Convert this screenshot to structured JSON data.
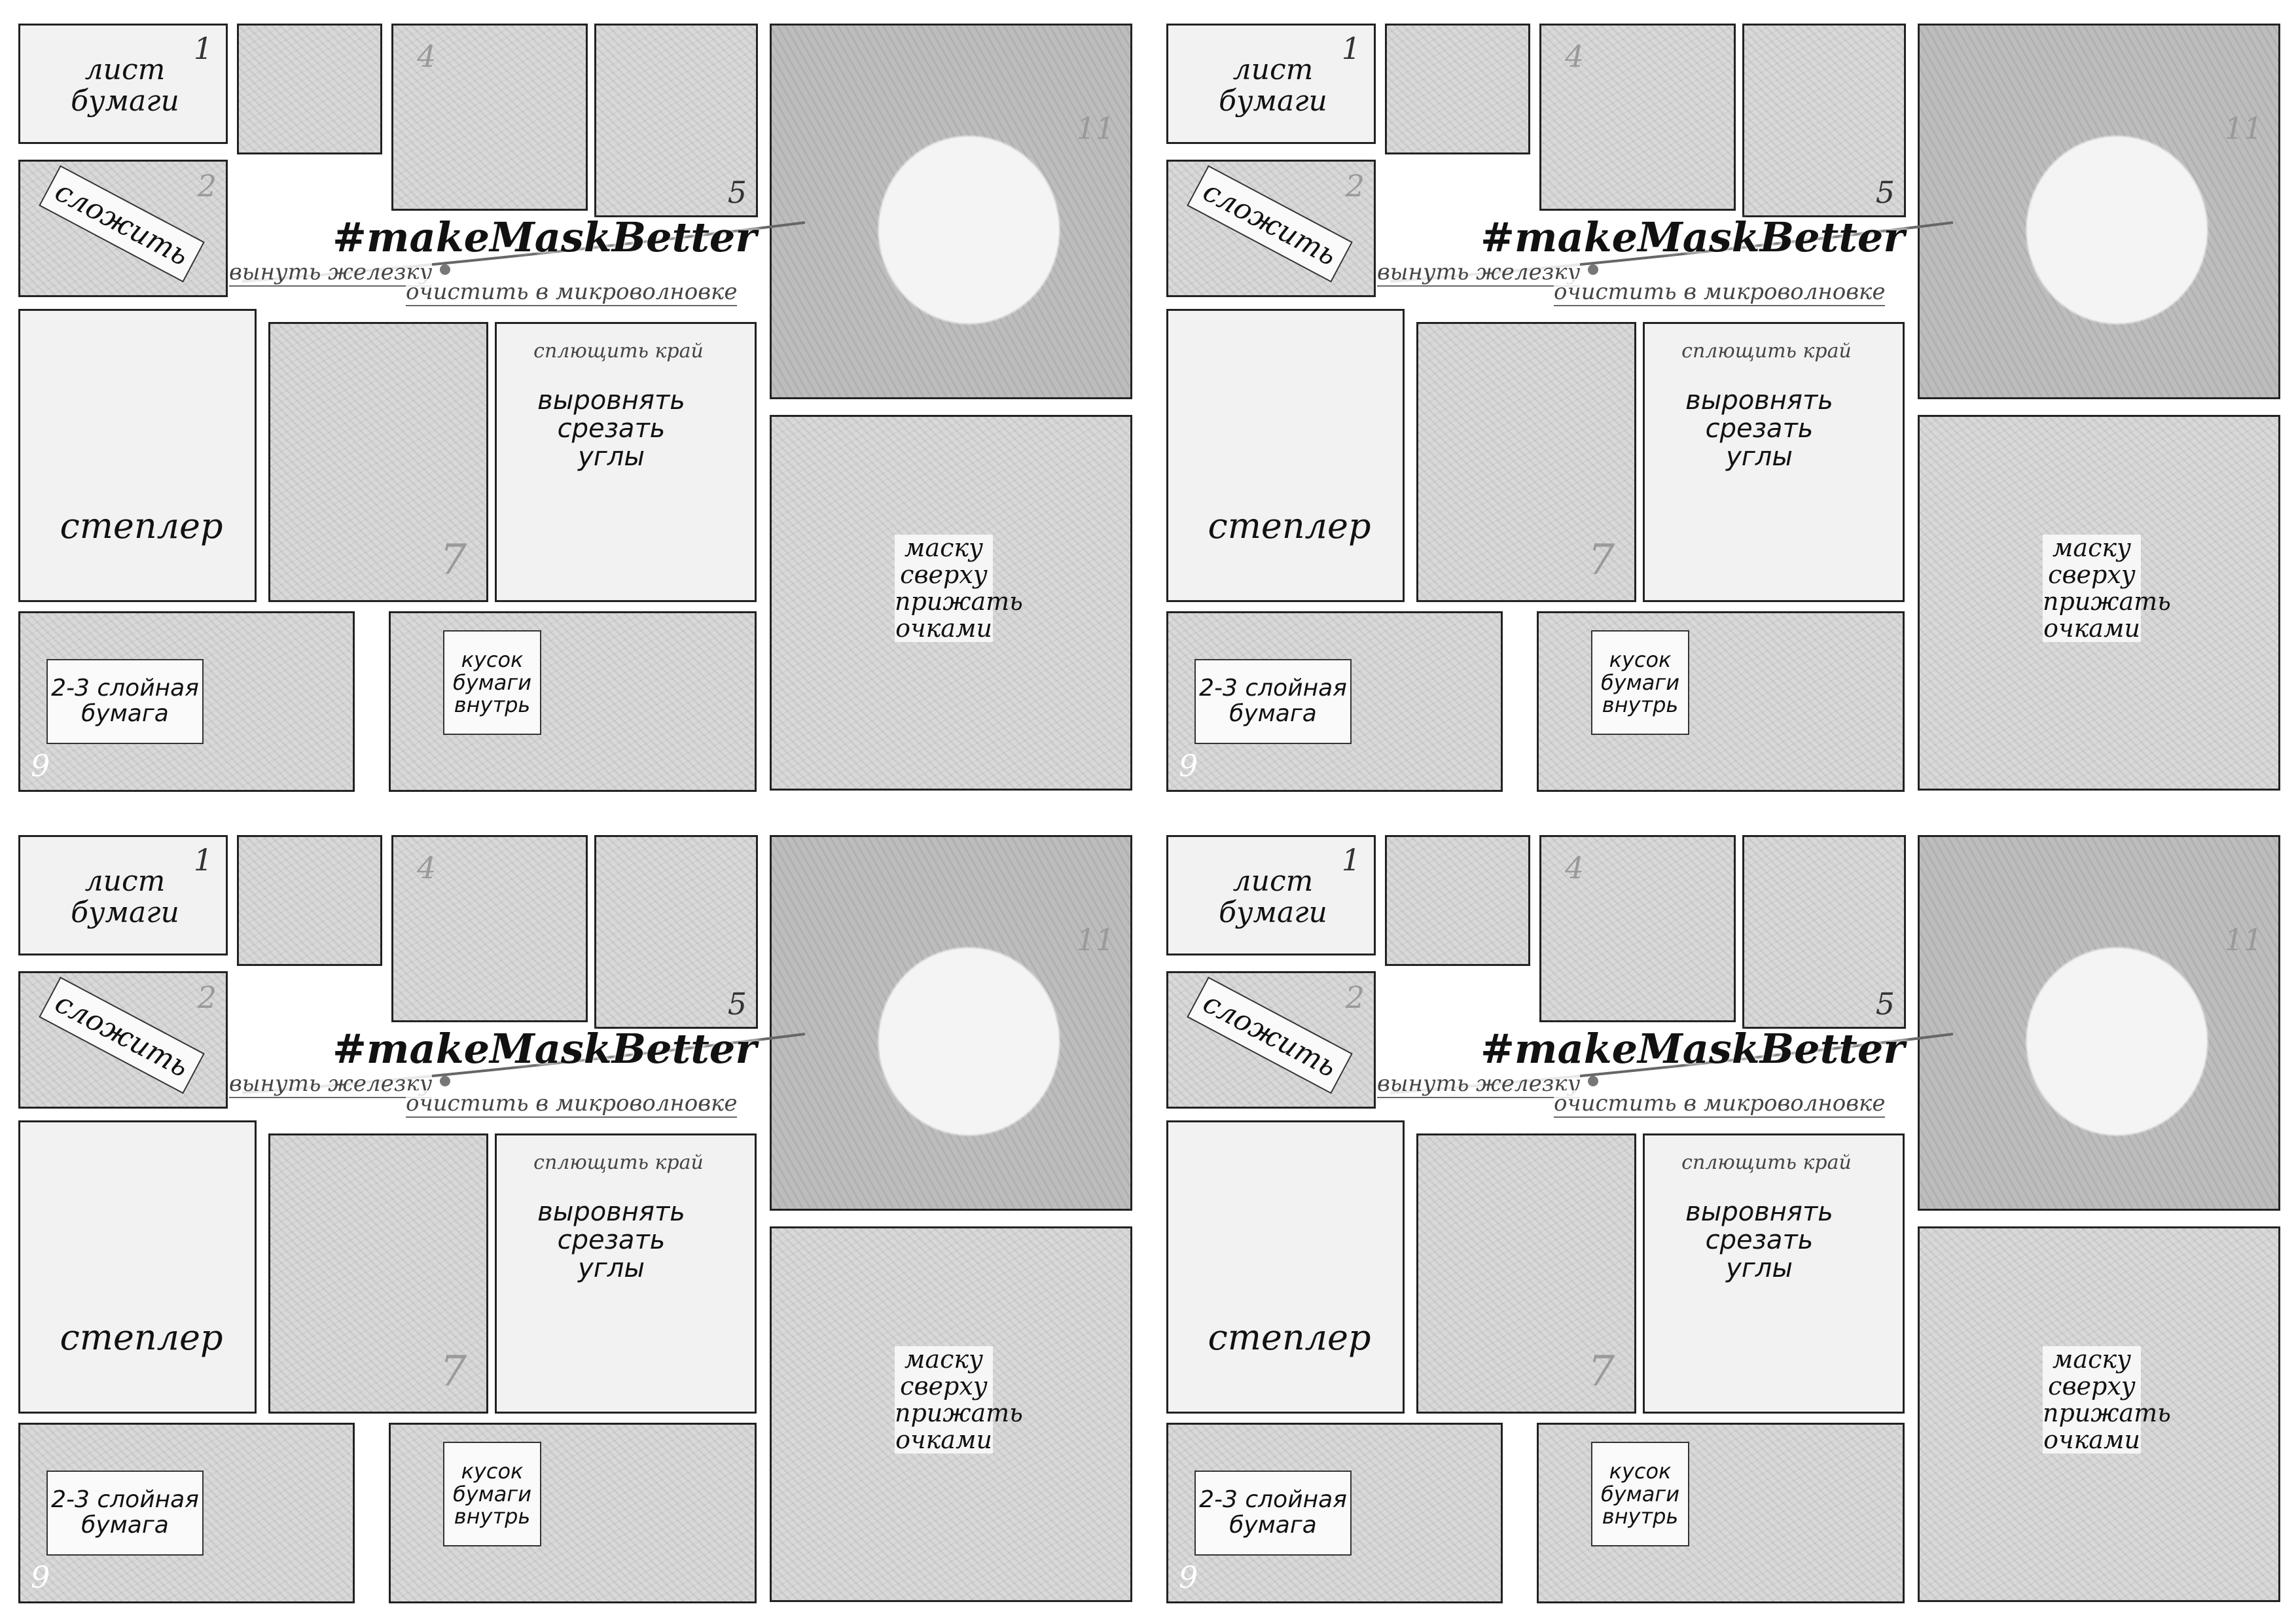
{
  "sheet": {
    "steps": {
      "s1_label": "лист бумаги",
      "s1_num": "1",
      "s2_label": "сложить",
      "s2_num": "2",
      "s4_num": "4",
      "s5_num": "5",
      "s7_num": "7",
      "s9_num": "9",
      "s11_num": "11",
      "stapler": "степлер",
      "flatten_edge": "сплющить край",
      "align_cut": "выровнять срезать углы",
      "paper_type": "2-3 слойная бумага",
      "paper_inside": "кусок бумаги внутрь",
      "press_glasses": "маску сверху прижать очками"
    },
    "title": {
      "hashtag": "#makeMaskBetter",
      "remove_wire": "вынуть железку",
      "microwave": "очистить в микроволновке"
    }
  }
}
